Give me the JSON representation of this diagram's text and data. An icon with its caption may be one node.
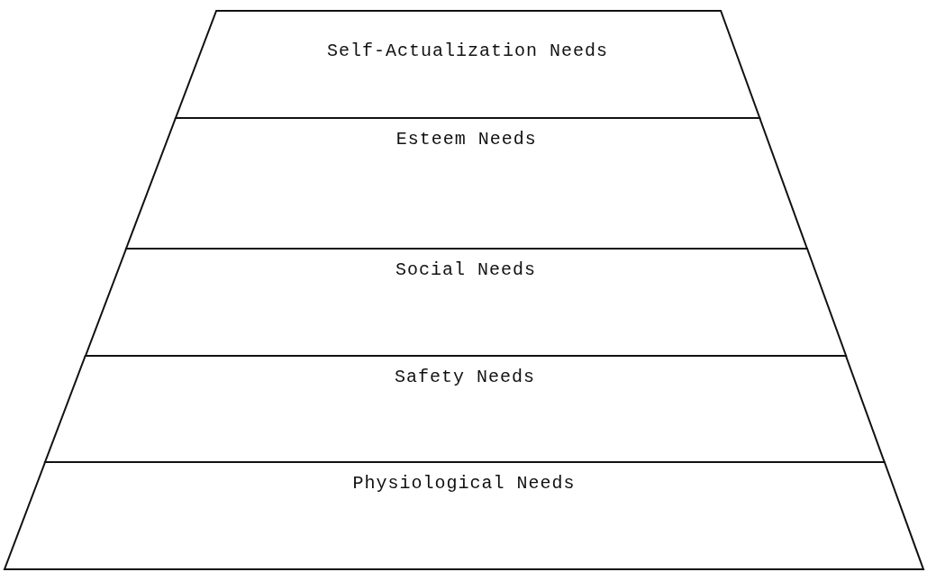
{
  "diagram": {
    "nodes": [
      {
        "text": [
          "Self-Actualization Needs"
        ]
      },
      {
        "text": [
          "Esteem Needs"
        ]
      },
      {
        "text": [
          "Social Needs"
        ]
      },
      {
        "text": [
          "Safety Needs"
        ]
      },
      {
        "text": [
          "Physiological Needs"
        ]
      }
    ]
  }
}
